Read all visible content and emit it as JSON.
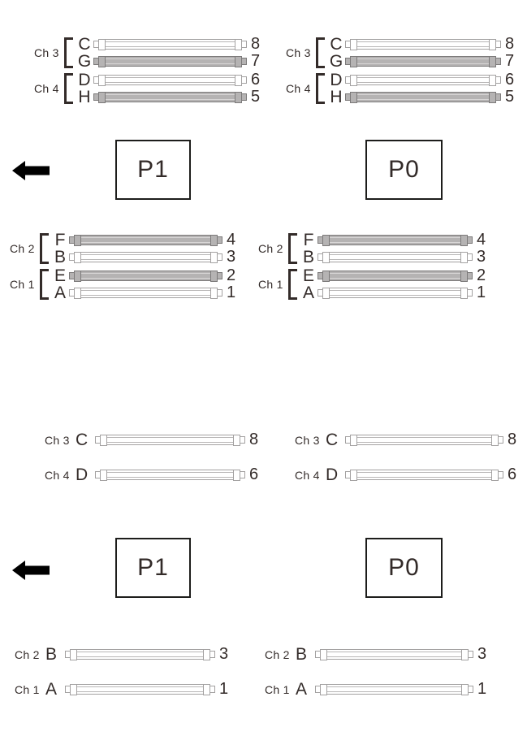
{
  "colors": {
    "text": "#332b29",
    "slot_empty_fill": "#ffffff",
    "slot_empty_border": "#a3a1a1",
    "slot_empty_stripe": "#b8b6b6",
    "slot_populated_fill": "#b5b3b3",
    "slot_populated_border": "#7c7a7a",
    "slot_populated_stripe": "#d8d6d6",
    "processor_box_border": "#1d1d1b",
    "arrow_fill": "#000000"
  },
  "icons": {
    "direction_arrow": "left-arrow"
  },
  "diagrams": [
    {
      "name": "two-dimms-per-channel",
      "processors": [
        {
          "label": "P1"
        },
        {
          "label": "P0"
        }
      ],
      "blocks": [
        {
          "position": "upper-left",
          "channels": [
            {
              "label": "Ch 3",
              "slots": [
                {
                  "letter": "C",
                  "number": "8",
                  "populated": false
                },
                {
                  "letter": "G",
                  "number": "7",
                  "populated": true
                }
              ]
            },
            {
              "label": "Ch 4",
              "slots": [
                {
                  "letter": "D",
                  "number": "6",
                  "populated": false
                },
                {
                  "letter": "H",
                  "number": "5",
                  "populated": true
                }
              ]
            }
          ]
        },
        {
          "position": "upper-right",
          "channels": [
            {
              "label": "Ch 3",
              "slots": [
                {
                  "letter": "C",
                  "number": "8",
                  "populated": false
                },
                {
                  "letter": "G",
                  "number": "7",
                  "populated": true
                }
              ]
            },
            {
              "label": "Ch 4",
              "slots": [
                {
                  "letter": "D",
                  "number": "6",
                  "populated": false
                },
                {
                  "letter": "H",
                  "number": "5",
                  "populated": true
                }
              ]
            }
          ]
        },
        {
          "position": "lower-left",
          "channels": [
            {
              "label": "Ch 2",
              "slots": [
                {
                  "letter": "F",
                  "number": "4",
                  "populated": true
                },
                {
                  "letter": "B",
                  "number": "3",
                  "populated": false
                }
              ]
            },
            {
              "label": "Ch 1",
              "slots": [
                {
                  "letter": "E",
                  "number": "2",
                  "populated": true
                },
                {
                  "letter": "A",
                  "number": "1",
                  "populated": false
                }
              ]
            }
          ]
        },
        {
          "position": "lower-right",
          "channels": [
            {
              "label": "Ch 2",
              "slots": [
                {
                  "letter": "F",
                  "number": "4",
                  "populated": true
                },
                {
                  "letter": "B",
                  "number": "3",
                  "populated": false
                }
              ]
            },
            {
              "label": "Ch 1",
              "slots": [
                {
                  "letter": "E",
                  "number": "2",
                  "populated": true
                },
                {
                  "letter": "A",
                  "number": "1",
                  "populated": false
                }
              ]
            }
          ]
        }
      ]
    },
    {
      "name": "one-dimm-per-channel",
      "processors": [
        {
          "label": "P1"
        },
        {
          "label": "P0"
        }
      ],
      "blocks": [
        {
          "position": "upper-left",
          "channels": [
            {
              "label": "Ch 3",
              "slots": [
                {
                  "letter": "C",
                  "number": "8",
                  "populated": false
                }
              ]
            },
            {
              "label": "Ch 4",
              "slots": [
                {
                  "letter": "D",
                  "number": "6",
                  "populated": false
                }
              ]
            }
          ]
        },
        {
          "position": "upper-right",
          "channels": [
            {
              "label": "Ch 3",
              "slots": [
                {
                  "letter": "C",
                  "number": "8",
                  "populated": false
                }
              ]
            },
            {
              "label": "Ch 4",
              "slots": [
                {
                  "letter": "D",
                  "number": "6",
                  "populated": false
                }
              ]
            }
          ]
        },
        {
          "position": "lower-left",
          "channels": [
            {
              "label": "Ch 2",
              "slots": [
                {
                  "letter": "B",
                  "number": "3",
                  "populated": false
                }
              ]
            },
            {
              "label": "Ch 1",
              "slots": [
                {
                  "letter": "A",
                  "number": "1",
                  "populated": false
                }
              ]
            }
          ]
        },
        {
          "position": "lower-right",
          "channels": [
            {
              "label": "Ch 2",
              "slots": [
                {
                  "letter": "B",
                  "number": "3",
                  "populated": false
                }
              ]
            },
            {
              "label": "Ch 1",
              "slots": [
                {
                  "letter": "A",
                  "number": "1",
                  "populated": false
                }
              ]
            }
          ]
        }
      ]
    }
  ]
}
